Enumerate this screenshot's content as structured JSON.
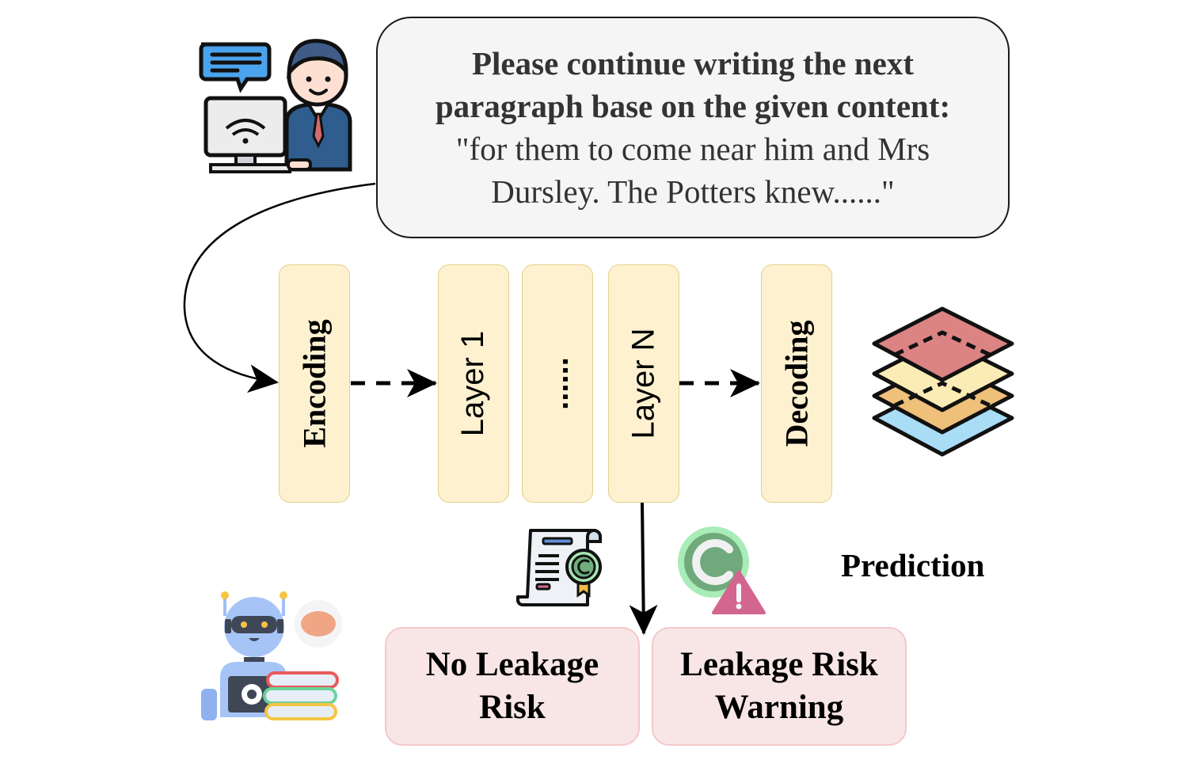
{
  "prompt": {
    "lines": [
      "Please continue writing the next",
      "paragraph base on the given content:",
      "\"for them to come near him and Mrs",
      "Dursley. The Potters knew......\""
    ]
  },
  "pipeline": {
    "blocks": [
      {
        "label": "Encoding"
      },
      {
        "label": "Layer 1"
      },
      {
        "label": "......"
      },
      {
        "label": "Layer N"
      },
      {
        "label": "Decoding"
      }
    ]
  },
  "prediction_label": "Prediction",
  "results": [
    {
      "line1": "No Leakage",
      "line2": "Risk"
    },
    {
      "line1": "Leakage Risk",
      "line2": "Warning"
    }
  ],
  "icons": {
    "user": "user-at-computer-icon",
    "layers": "layers-stack-icon",
    "certificate": "copyright-certificate-icon",
    "warning": "copyright-warning-icon",
    "robot": "robot-with-books-icon"
  },
  "colors": {
    "block_fill": "#fdf1cf",
    "block_border": "#e3cf8a",
    "result_fill": "#f8e6e6",
    "result_border": "#f3c8cb",
    "prompt_fill": "#f5f5f5"
  }
}
